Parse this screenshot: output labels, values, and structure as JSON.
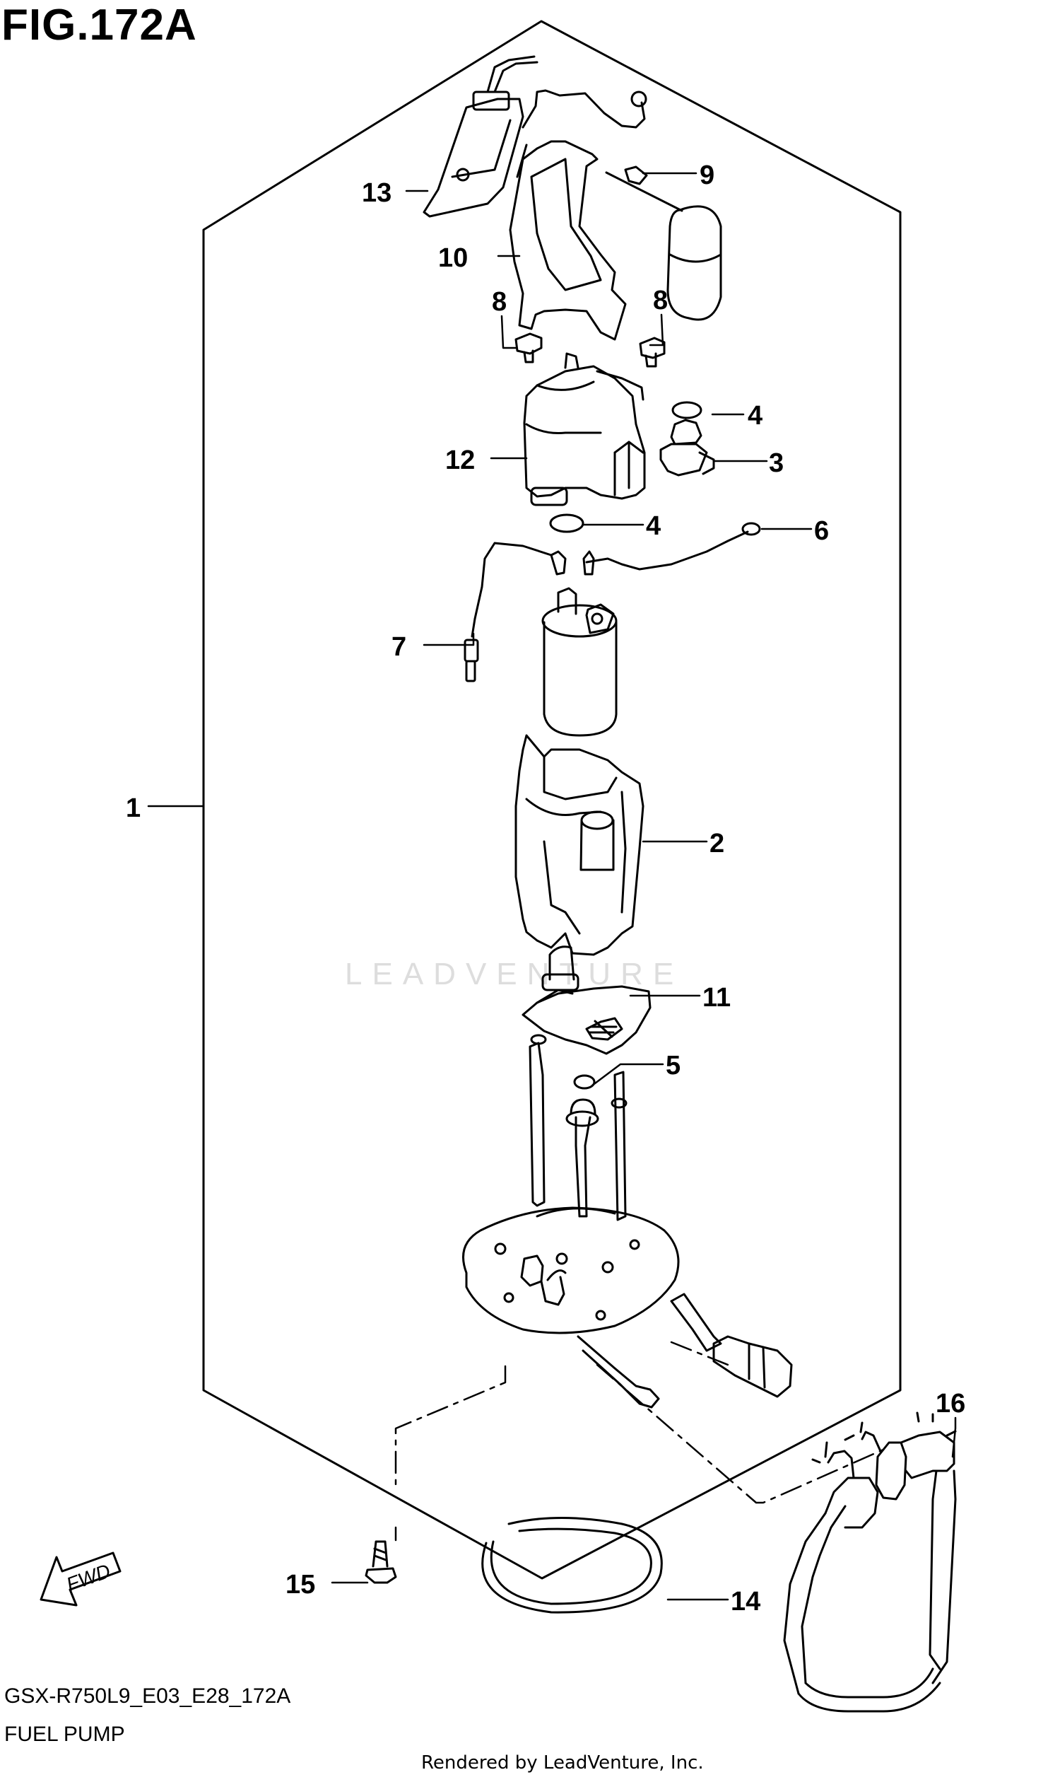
{
  "figure": {
    "title": "FIG.172A",
    "code": "GSX-R750L9_E03_E28_172A",
    "name": "FUEL PUMP",
    "rendered_by": "Rendered by LeadVenture, Inc.",
    "watermark": "LEADVENTURE",
    "direction_label": "FWD"
  },
  "callouts": {
    "c1": "1",
    "c2": "2",
    "c3": "3",
    "c4a": "4",
    "c4b": "4",
    "c5": "5",
    "c6": "6",
    "c7": "7",
    "c8a": "8",
    "c8b": "8",
    "c9": "9",
    "c10": "10",
    "c11": "11",
    "c12": "12",
    "c13": "13",
    "c14": "14",
    "c15": "15",
    "c16": "16"
  }
}
